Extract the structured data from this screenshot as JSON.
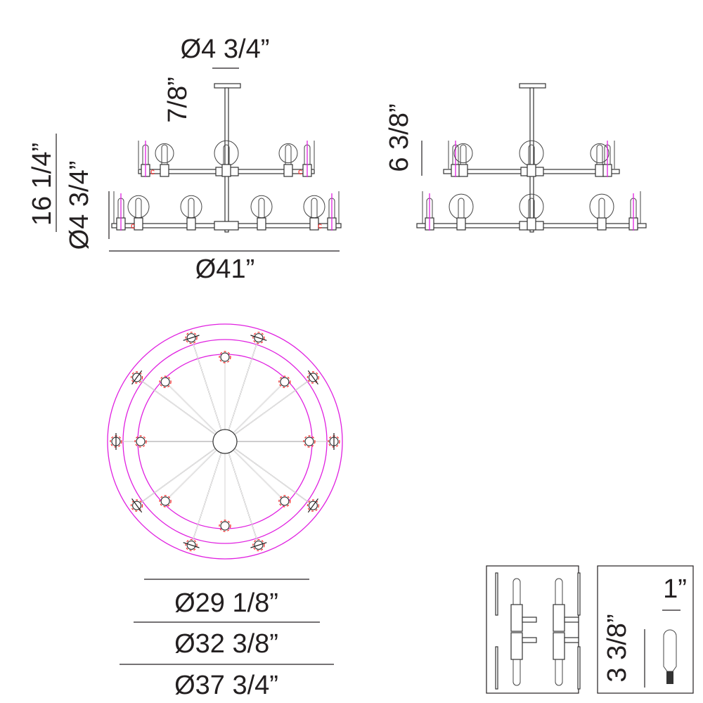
{
  "front_view": {
    "canopy_diameter": "Ø4 3/4”",
    "canopy_height": "7/8”",
    "overall_height": "16 1/4”",
    "lower_hub_diameter": "Ø4 3/4”",
    "overall_diameter": "Ø41”"
  },
  "side_view": {
    "tier_height": "6 3/8”"
  },
  "top_view": {
    "inner_diameter": "Ø29 1/8”",
    "middle_diameter": "Ø32 3/8”",
    "outer_diameter": "Ø37 3/4”",
    "colors": {
      "rings": "#e020e0",
      "marks": "#ff2020",
      "lines": "#231f20"
    }
  },
  "bulb_detail": {
    "bulb_width": "1”",
    "bulb_height": "3 3/8”"
  }
}
